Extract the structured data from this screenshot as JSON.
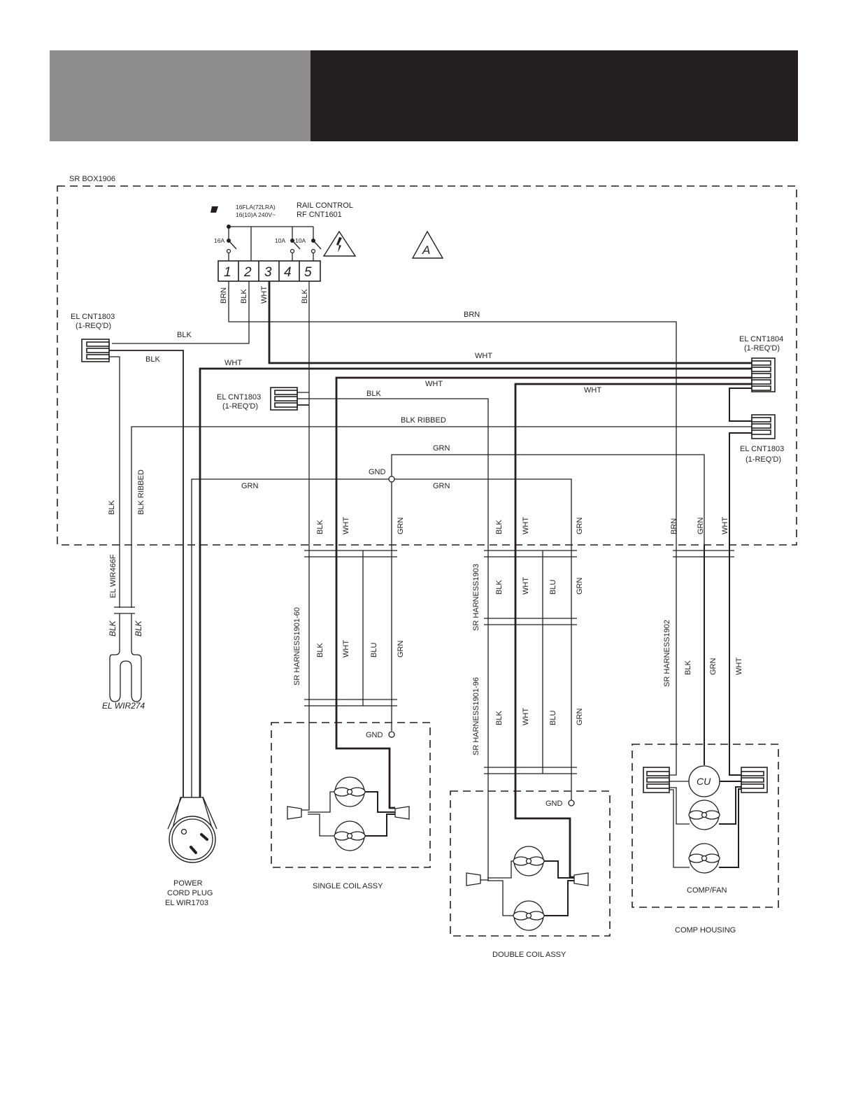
{
  "header": {
    "left_color": "#8f8e8e",
    "right_color": "#231f20"
  },
  "box": {
    "label": "SR BOX1906"
  },
  "rail_control": {
    "title_line1": "RAIL CONTROL",
    "title_line2": "RF CNT1601",
    "rating_line1": "16FLA(72LRA)",
    "rating_line2": "16(10)A 240V~",
    "switches": [
      "16A",
      "10A",
      "10A"
    ],
    "terminals": [
      "1",
      "2",
      "3",
      "4",
      "5"
    ],
    "terminal_wires": [
      "BRN",
      "BLK",
      "WHT",
      "BLK"
    ],
    "warning_symbol": "A"
  },
  "connectors": {
    "left": {
      "name": "EL CNT1803",
      "qty": "(1-REQ'D)"
    },
    "center": {
      "name": "EL CNT1803",
      "qty": "(1-REQ'D)"
    },
    "right_top": {
      "name": "EL CNT1804",
      "qty": "(1-REQ'D)"
    },
    "right_bottom": {
      "name": "EL CNT1803",
      "qty": "(1-REQ'D)"
    }
  },
  "wire_labels": {
    "brn_top": "BRN",
    "blk_top": "BLK",
    "blk_left": "BLK",
    "wht_left": "WHT",
    "wht_main": "WHT",
    "wht_mid": "WHT",
    "wht_right": "WHT",
    "blk_center": "BLK",
    "blk_ribbed": "BLK RIBBED",
    "grn_upper": "GRN",
    "gnd": "GND",
    "grn_left": "GRN",
    "grn_right": "GRN",
    "blk_vert": "BLK",
    "blk_ribbed_vert": "BLK RIBBED"
  },
  "drops": {
    "single": [
      "BLK",
      "WHT",
      "GRN"
    ],
    "double": [
      "BLK",
      "WHT",
      "GRN"
    ],
    "comp": [
      "BRN",
      "GRN",
      "WHT"
    ]
  },
  "harnesses": {
    "h1901_60": {
      "name": "SR HARNESS1901-60",
      "wires": [
        "BLK",
        "WHT",
        "BLU",
        "GRN"
      ]
    },
    "h1903": {
      "name": "SR HARNESS1903",
      "wires": [
        "BLK",
        "WHT",
        "BLU",
        "GRN"
      ]
    },
    "h1901_96": {
      "name": "SR HARNESS1901-96",
      "wires": [
        "BLK",
        "WHT",
        "BLU",
        "GRN"
      ]
    },
    "h1902": {
      "name": "SR HARNESS1902",
      "wires": [
        "BLK",
        "GRN",
        "WHT"
      ]
    }
  },
  "heater": {
    "lead_name": "EL WIR466F",
    "wire_labels": [
      "BLK",
      "BLK"
    ],
    "element_name": "EL WIR274"
  },
  "power_cord": {
    "line1": "POWER",
    "line2": "CORD PLUG",
    "line3": "EL WIR1703"
  },
  "assemblies": {
    "single_coil": {
      "label": "SINGLE COIL ASSY",
      "gnd": "GND"
    },
    "double_coil": {
      "label": "DOUBLE COIL ASSY",
      "gnd": "GND"
    },
    "comp_fan": {
      "label": "COMP/FAN",
      "compressor": "CU"
    },
    "comp_housing": {
      "label": "COMP HOUSING"
    }
  }
}
